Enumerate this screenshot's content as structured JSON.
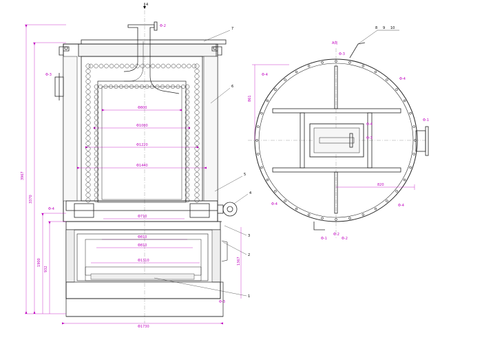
{
  "drawing": {
    "side_view": {
      "arrow_label": "4",
      "nozzle_top": "Φ-2",
      "nozzle_left": "Φ-3",
      "nozzle_bottom_left": "Φ-4",
      "nozzle_bottom_right": "Φ-3",
      "heights": [
        "3967",
        "3370",
        "1900",
        "932"
      ],
      "height_right": "1367",
      "dia_labels": [
        "Φ800",
        "Φ1000",
        "Φ1220",
        "Φ1440",
        "Φ710",
        "Φ810",
        "Φ810",
        "Φ1310"
      ],
      "base_width": "Φ1730",
      "callouts": [
        "7",
        "6",
        "5",
        "4",
        "3",
        "2",
        "1"
      ]
    },
    "plan_view": {
      "callouts": [
        "8",
        "9",
        "10"
      ],
      "top_label": "A向",
      "labels": [
        "Φ-3",
        "Φ-4",
        "Φ-4",
        "Φ-4",
        "Φ-4",
        "Φ-4",
        "Φ-3",
        "Φ-2",
        "Φ-1",
        "Φ-1",
        "Φ-2"
      ],
      "dim_vertical": "861",
      "dim_horizontal": "820"
    }
  }
}
